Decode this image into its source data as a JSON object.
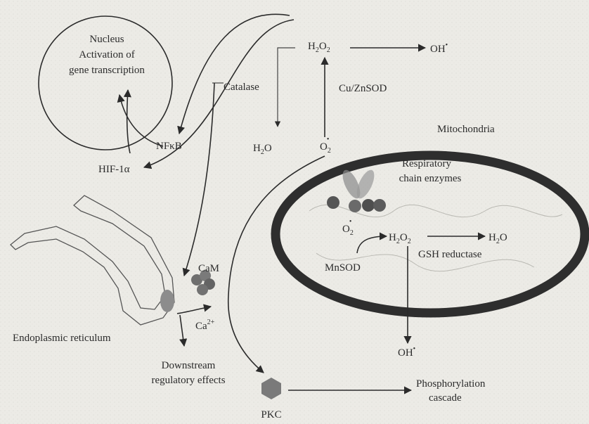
{
  "labels": {
    "nucleus_line1": "Nucleus",
    "nucleus_line2": "Activation of",
    "nucleus_line3": "gene transcription",
    "h2o2_top_main": "H",
    "h2o2_top_sub1": "2",
    "h2o2_top_o": "O",
    "h2o2_top_sub2": "2",
    "oh_top": "OH",
    "oh_top_sup": "•",
    "catalase": "Catalase",
    "cuznsod": "Cu/ZnSOD",
    "nfkb": "NFκB",
    "hif": "HIF-1α",
    "h2o_top_h": "H",
    "h2o_top_sub": "2",
    "h2o_top_o": "O",
    "o2_top": "O",
    "o2_top_sub": "2",
    "o2_top_sup": "•",
    "mitochondria": "Mitochondria",
    "resp_line1": "Respiratory",
    "resp_line2": "chain enzymes",
    "o2_mito": "O",
    "o2_mito_sub": "2",
    "o2_mito_sup": "•",
    "h2o2_mito_h": "H",
    "h2o2_mito_sub1": "2",
    "h2o2_mito_o": "O",
    "h2o2_mito_sub2": "2",
    "h2o_mito_h": "H",
    "h2o_mito_sub": "2",
    "h2o_mito_o": "O",
    "gsh": "GSH reductase",
    "mnsod": "MnSOD",
    "oh_mito": "OH",
    "oh_mito_sup": "•",
    "cam": "CaM",
    "ca": "Ca",
    "ca_sup": "2+",
    "er": "Endoplasmic reticulum",
    "down_line1": "Downstream",
    "down_line2": "regulatory effects",
    "phos_line1": "Phosphorylation",
    "phos_line2": "cascade",
    "pkc": "PKC"
  },
  "colors": {
    "background": "#ecebe6",
    "ink": "#2b2b2b",
    "membrane": "#2e2e2e",
    "protein": "#7a7a7a"
  }
}
